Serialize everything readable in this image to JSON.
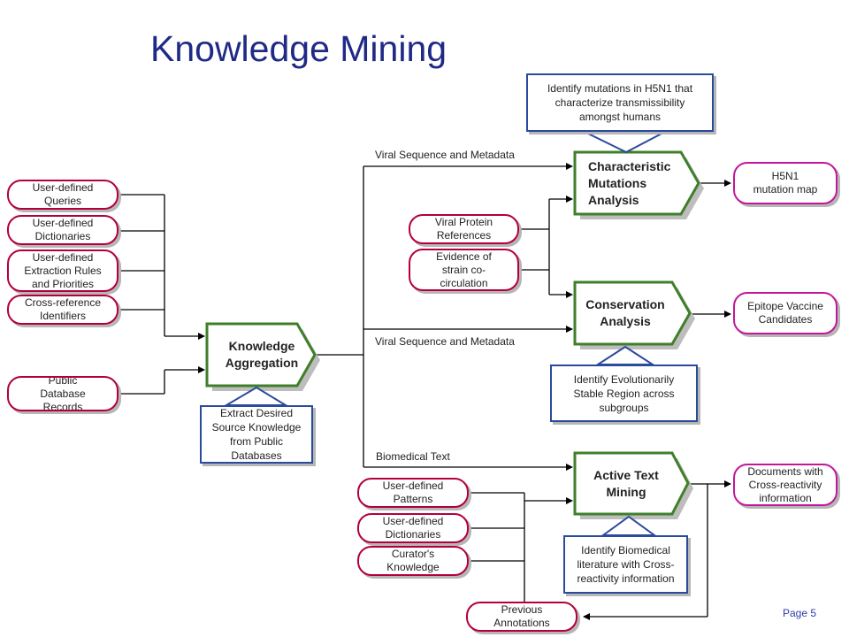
{
  "title": "Knowledge Mining",
  "page_number": "Page 5",
  "inputs": {
    "aggregation": {
      "queries": "User-defined Queries",
      "dictionaries": "User-defined Dictionaries",
      "extraction_rules": "User-defined Extraction Rules and Priorities",
      "cross_reference": "Cross-reference Identifiers",
      "public_db": "Public Database Records"
    },
    "conservation": {
      "protein_refs": "Viral Protein References",
      "cocirculation": "Evidence of strain co-circulation"
    },
    "text_mining": {
      "patterns": "User-defined Patterns",
      "dictionaries": "User-defined Dictionaries",
      "curator": "Curator's Knowledge",
      "previous": "Previous Annotations"
    }
  },
  "processes": {
    "aggregation": "Knowledge Aggregation",
    "mutations": "Characteristic Mutations Analysis",
    "conservation": "Conservation Analysis",
    "text_mining": "Active Text Mining"
  },
  "goals": {
    "aggregation": "Extract Desired Source Knowledge from Public Databases",
    "mutations": "Identify mutations in H5N1 that characterize transmissibility amongst humans",
    "conservation": "Identify Evolutionarily Stable Region across subgroups",
    "text_mining": "Identify Biomedical literature with Cross-reactivity information"
  },
  "outputs": {
    "mutation_map": "H5N1 mutation map",
    "epitope": "Epitope Vaccine Candidates",
    "documents": "Documents with Cross-reactivity information"
  },
  "edge_labels": {
    "seq_top": "Viral Sequence and Metadata",
    "seq_mid": "Viral Sequence and Metadata",
    "biomedical": "Biomedical Text"
  },
  "colors": {
    "title": "#1f2a86",
    "input_border": "#b3003a",
    "output_border": "#c2179a",
    "process_border": "#3f7f2a",
    "goal_border": "#2a4a9e"
  }
}
